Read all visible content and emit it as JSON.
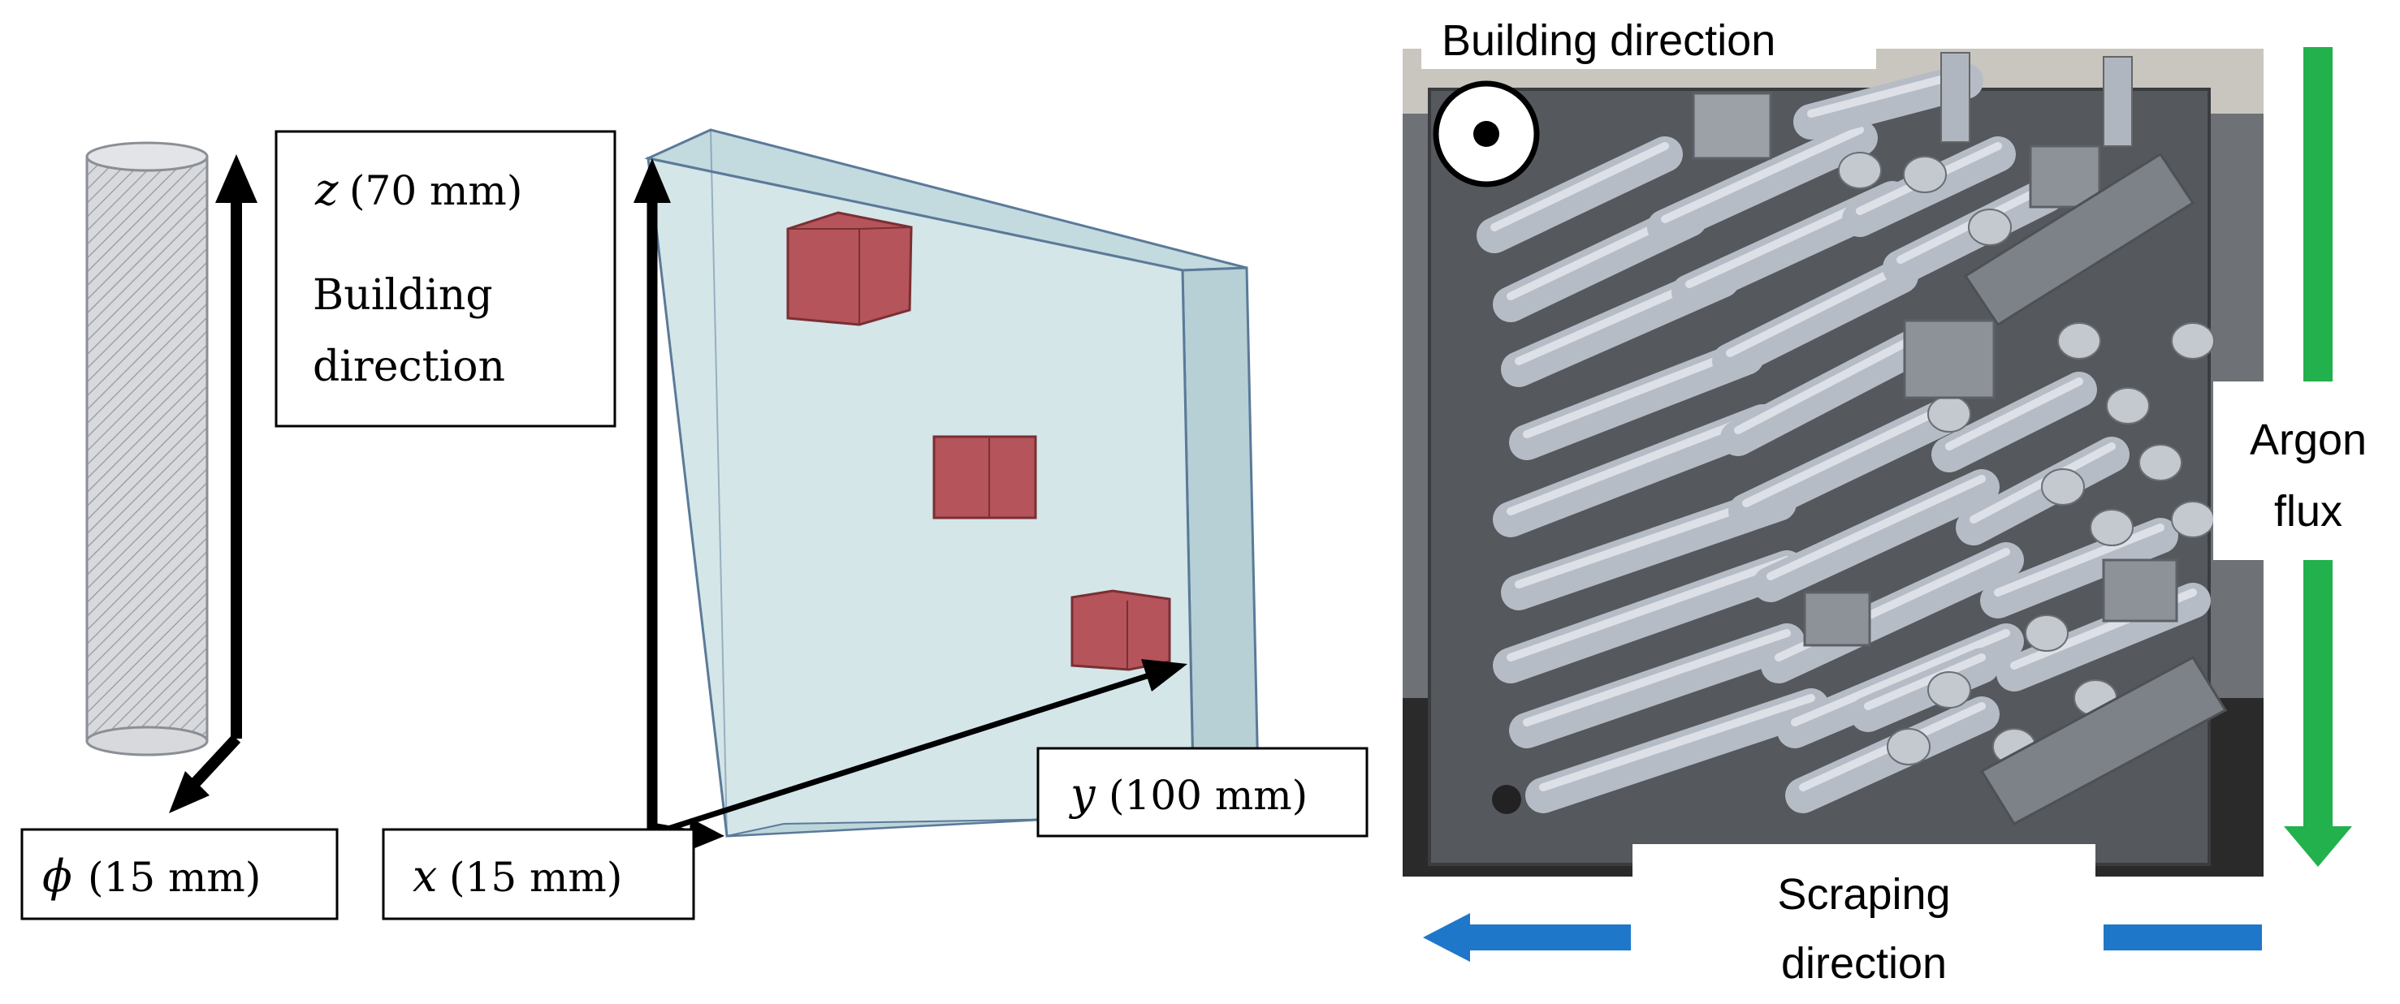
{
  "left_panel": {
    "cylinder_label_symbol": "ϕ",
    "cylinder_label_value": "(15 mm)",
    "z_label_symbol": "z",
    "z_label_value": "(70 mm)",
    "building_direction_label": [
      "Building",
      "direction"
    ],
    "x_label_symbol": "x",
    "x_label_value": "(15 mm)",
    "y_label_symbol": "y",
    "y_label_value": "(100 mm)"
  },
  "right_panel": {
    "building_direction_title": "Building direction",
    "argon_label": [
      "Argon",
      "flux"
    ],
    "scraping_label": [
      "Scraping",
      "direction"
    ],
    "colors": {
      "argon_arrow": "#22b14c",
      "scraping_arrow": "#1f77c9",
      "plate": "#55585c",
      "rod": "#b6bcc6"
    }
  },
  "colors": {
    "box_fill": "#cfe3e6",
    "box_stroke": "#5b7a99",
    "cube_fill": "#b5545a"
  }
}
